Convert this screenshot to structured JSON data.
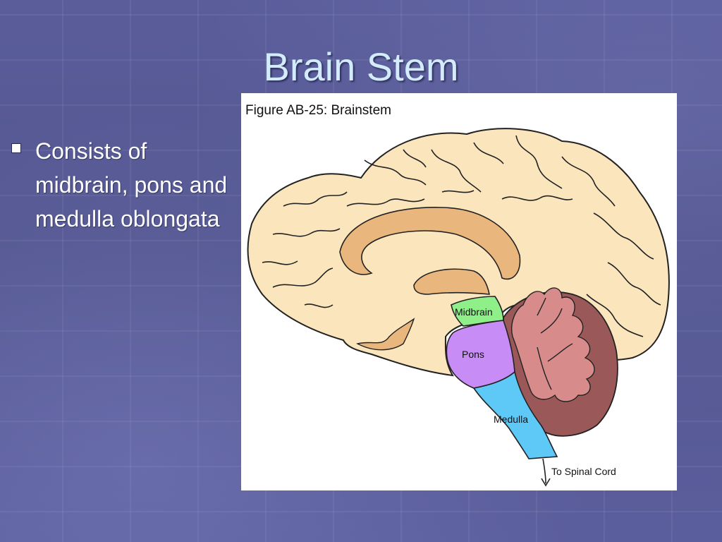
{
  "slide": {
    "title": "Brain Stem",
    "bullets": [
      "Consists of midbrain, pons and medulla oblongata"
    ]
  },
  "figure": {
    "caption": "Figure AB-25: Brainstem",
    "labels": {
      "midbrain": "Midbrain",
      "pons": "Pons",
      "medulla": "Medulla",
      "spinal_cord": "To Spinal Cord"
    }
  },
  "colors": {
    "background": "#5a5d9a",
    "title": "#d3ecfb",
    "cerebrum": "#fbe5bd",
    "corpus_callosum": "#e9b77d",
    "midbrain": "#8ff08a",
    "pons": "#c78cf5",
    "medulla": "#5ec8f6",
    "cerebellum": "#9a5859",
    "arbor_vitae": "#d88b8b"
  }
}
